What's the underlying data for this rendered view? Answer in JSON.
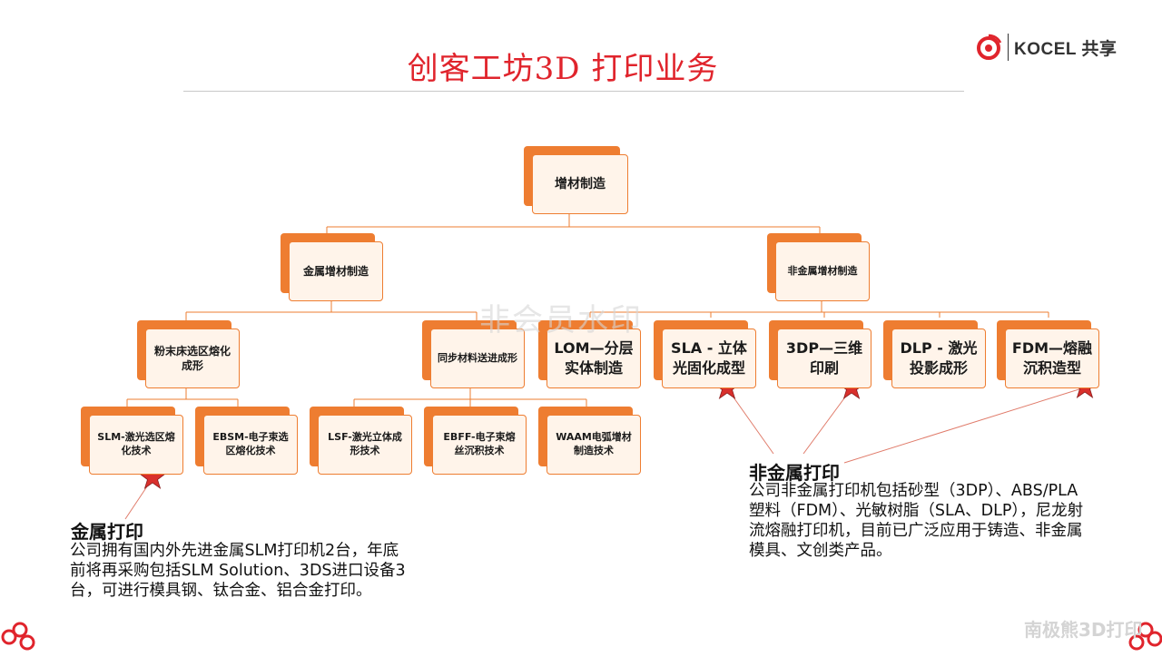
{
  "title": "创客工坊3D  打印业务",
  "logo": {
    "brand_text": "KOCEL 共享",
    "accent": "#e0242c"
  },
  "colors": {
    "box_shadow": "#ee7d31",
    "box_face": "#fff4ea",
    "line": "#ee7d31",
    "star": "#d9302c"
  },
  "diagram": {
    "root": "增材制造",
    "metal": "金属增材制造",
    "nonmetal": "非金属增材制造",
    "powder_bed": "粉末床选区熔化成形",
    "sync_feed": "同步材料送进成形",
    "lom": "LOM—分层实体制造",
    "sla": "SLA - 立体光固化成型",
    "tdp": "3DP—三维印刷",
    "dlp": "DLP - 激光投影成形",
    "fdm": "FDM—熔融沉积造型",
    "slm": "SLM-激光选区熔化技术",
    "ebsm": "EBSM-电子束选区熔化技术",
    "lsf": "LSF-激光立体成形技术",
    "ebff": "EBFF-电子束熔丝沉积技术",
    "waam": "WAAM电弧增材制造技术"
  },
  "notes": {
    "metal_title": "金属打印",
    "metal_body": "公司拥有国内外先进金属SLM打印机2台，年底前将再采购包括SLM Solution、3DS进口设备3台，可进行模具钢、钛合金、铝合金打印。",
    "nonmetal_title": "非金属打印",
    "nonmetal_body": "公司非金属打印机包括砂型（3DP）、ABS/PLA塑料（FDM）、光敏树脂（SLA、DLP），尼龙射流熔融打印机，目前已广泛应用于铸造、非金属模具、文创类产品。"
  },
  "watermarks": {
    "center": "非会员水印",
    "corner": "南极熊3D打印"
  }
}
